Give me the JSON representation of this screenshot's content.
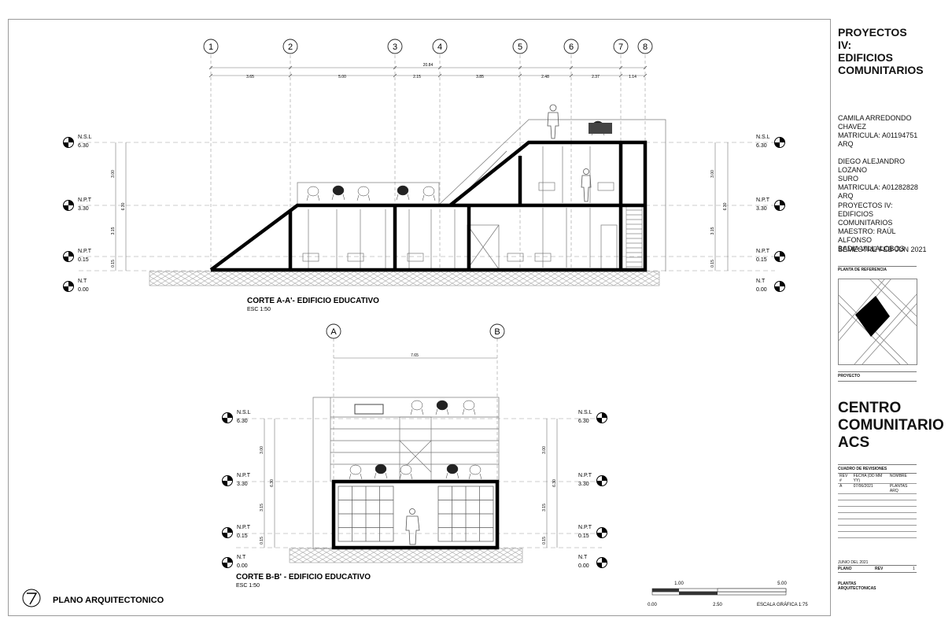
{
  "section_aa": {
    "title": "CORTE A-A'- EDIFICIO EDUCATIVO",
    "scale": "ESC 1:50",
    "grid_labels": [
      "1",
      "2",
      "3",
      "4",
      "5",
      "6",
      "7",
      "8"
    ],
    "overall_dim": "20.84",
    "partial_dims": [
      "3.65",
      "5.00",
      "2.15",
      "3.85",
      "2.48",
      "2.37",
      "1.14"
    ],
    "height_dims": [
      "3.00",
      "3.15",
      "0.15",
      "6.30"
    ],
    "levels_left": [
      {
        "name": "N.S.L",
        "value": "6.30"
      },
      {
        "name": "N.P.T",
        "value": "3.30"
      },
      {
        "name": "N.P.T",
        "value": "0.15"
      },
      {
        "name": "N.T",
        "value": "0.00"
      }
    ],
    "levels_right": [
      {
        "name": "N.S.L",
        "value": "6.30"
      },
      {
        "name": "N.P.T",
        "value": "3.30"
      },
      {
        "name": "N.P.T",
        "value": "0.15"
      },
      {
        "name": "N.T",
        "value": "0.00"
      }
    ]
  },
  "section_bb": {
    "title": "CORTE B-B' - EDIFICIO EDUCATIVO",
    "scale": "ESC 1:50",
    "grid_labels": [
      "A",
      "B"
    ],
    "overall_dim": "7.65",
    "height_dims": [
      "3.00",
      "3.15",
      "0.15",
      "6.30"
    ],
    "levels_left": [
      {
        "name": "N.S.L",
        "value": "6.30"
      },
      {
        "name": "N.P.T",
        "value": "3.30"
      },
      {
        "name": "N.P.T",
        "value": "0.15"
      },
      {
        "name": "N.T",
        "value": "0.00"
      }
    ],
    "levels_right": [
      {
        "name": "N.S.L",
        "value": "6.30"
      },
      {
        "name": "N.P.T",
        "value": "3.30"
      },
      {
        "name": "N.P.T",
        "value": "0.15"
      },
      {
        "name": "N.T",
        "value": "0.00"
      }
    ]
  },
  "plan_label": "PLANO ARQUITECTONICO",
  "scale_bar": {
    "top_labels": [
      "1.00",
      "5.00"
    ],
    "bottom_labels": [
      "0.00",
      "2.50"
    ],
    "caption": "ESCALA GRÁFICA 1:75"
  },
  "title_block": {
    "course_title": [
      "PROYECTOS",
      "IV:",
      "EDIFICIOS",
      "COMUNITARIOS"
    ],
    "authors": [
      [
        "CAMILA ARREDONDO",
        "CHAVEZ",
        "MATRICULA: A01194751",
        "ARQ"
      ],
      [
        "DIEGO ALEJANDRO LOZANO",
        "SURO",
        "MATRICULA: A01282828",
        "ARQ"
      ]
    ],
    "course_info": [
      "PROYECTOS IV: EDIFICIOS",
      "COMUNITARIOS",
      "MAESTRO: RAÚL ALFONSO",
      "BADIA VILLALOBOS"
    ],
    "semester": "SEMESTRE FEB-JUN 2021",
    "reference_label": "PLANTA DE REFERENCIA",
    "project_label": "PROYECTO",
    "project_name": [
      "CENTRO",
      "COMUNITARIO",
      "ACS"
    ],
    "revisions_label": "CUADRO DE REVISIONES",
    "revisions_header": [
      "REV #",
      "FECHA (DD MM YY)",
      "NOMBRE"
    ],
    "revisions": [
      [
        "A",
        "07/06/2021",
        "PLANTAS ARQ"
      ]
    ],
    "date": "JUNIO DEL 2021",
    "plano_label": "PLANO",
    "rev_label": "REV",
    "rev_value": "1",
    "plano_name": [
      "PLANTAS",
      "ARQUITECTONICAS"
    ]
  }
}
